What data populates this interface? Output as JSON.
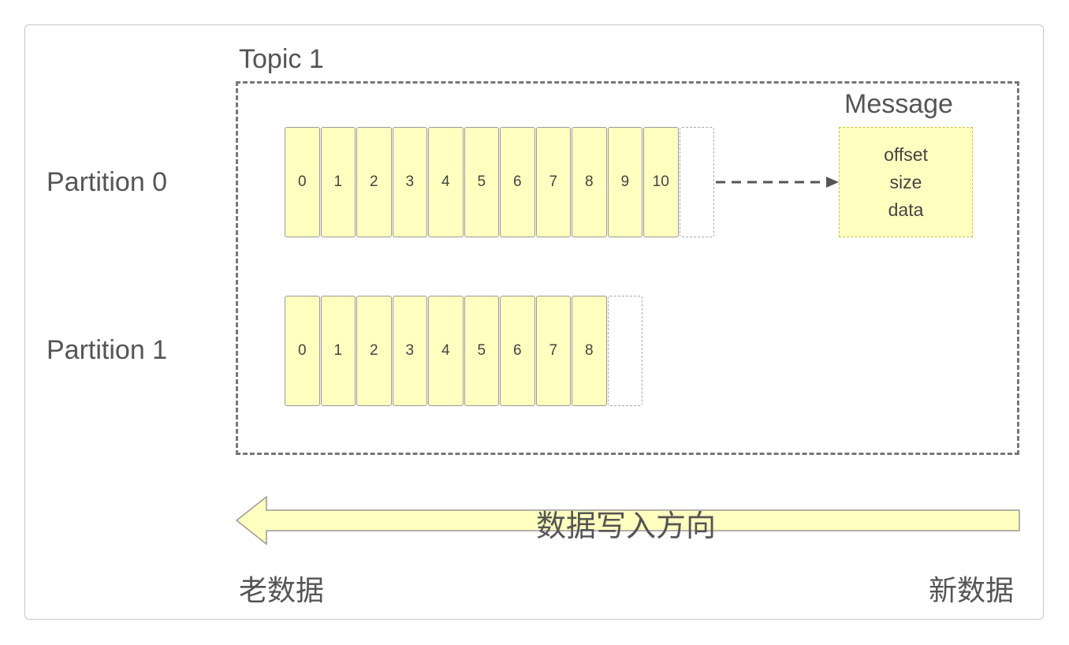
{
  "topic": {
    "label": "Topic 1"
  },
  "partitions": [
    {
      "label": "Partition 0",
      "offsets": [
        "0",
        "1",
        "2",
        "3",
        "4",
        "5",
        "6",
        "7",
        "8",
        "9",
        "10"
      ]
    },
    {
      "label": "Partition 1",
      "offsets": [
        "0",
        "1",
        "2",
        "3",
        "4",
        "5",
        "6",
        "7",
        "8"
      ]
    }
  ],
  "message": {
    "label": "Message",
    "fields": [
      "offset",
      "size",
      "data"
    ]
  },
  "direction": {
    "label": "数据写入方向",
    "old_label": "老数据",
    "new_label": "新数据"
  },
  "colors": {
    "cell_fill": "#ffffc0",
    "stroke": "#777777",
    "text": "#555555"
  }
}
